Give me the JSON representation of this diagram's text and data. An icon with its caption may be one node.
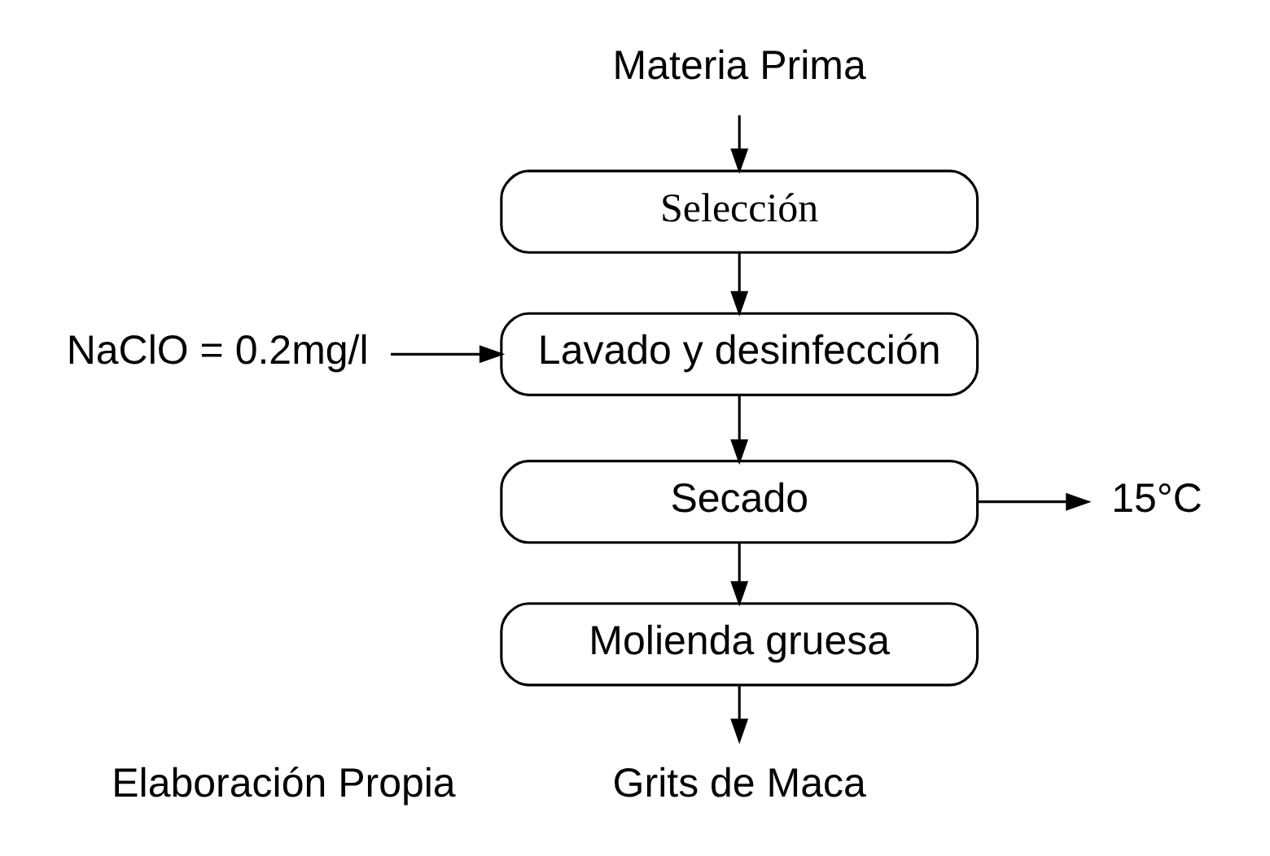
{
  "diagram": {
    "nodes": [
      {
        "text": [
          "Materia Prima"
        ]
      },
      {
        "text": [
          "Selección"
        ]
      },
      {
        "text": [
          "Lavado y desinfección"
        ]
      },
      {
        "text": [
          "Secado"
        ]
      },
      {
        "text": [
          "Molienda gruesa"
        ]
      },
      {
        "text": [
          "Grits de Maca"
        ]
      },
      {
        "text": [
          "NaClO = 0.2mg/l"
        ]
      },
      {
        "text": [
          "15°C"
        ]
      }
    ],
    "edges": [
      {
        "from": 0,
        "to": 1,
        "arrow": "to"
      },
      {
        "from": 1,
        "to": 2,
        "arrow": "to"
      },
      {
        "from": 6,
        "to": 2,
        "arrow": "to"
      },
      {
        "from": 2,
        "to": 3,
        "arrow": "to"
      },
      {
        "from": 3,
        "to": 7,
        "arrow": "to"
      },
      {
        "from": 3,
        "to": 4,
        "arrow": "to"
      },
      {
        "from": 4,
        "to": 5,
        "arrow": "to"
      }
    ],
    "labels": [
      "Elaboración Propia"
    ]
  }
}
